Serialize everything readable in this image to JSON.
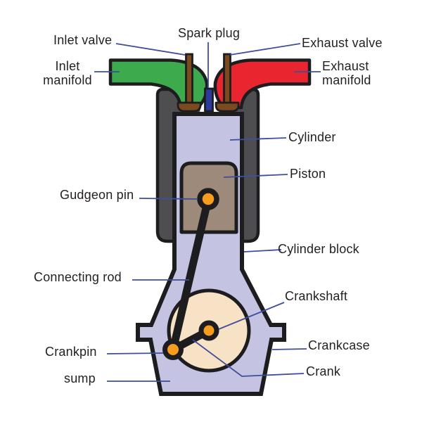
{
  "labels": {
    "inlet_valve": "Inlet valve",
    "spark_plug": "Spark plug",
    "exhaust_valve": "Exhaust valve",
    "inlet_manifold_line1": "Inlet",
    "inlet_manifold_line2": "manifold",
    "exhaust_manifold_line1": "Exhaust",
    "exhaust_manifold_line2": "manifold",
    "cylinder": "Cylinder",
    "piston": "Piston",
    "gudgeon_pin": "Gudgeon pin",
    "cylinder_block": "Cylinder block",
    "connecting_rod": "Connecting rod",
    "crankshaft": "Crankshaft",
    "crankpin": "Crankpin",
    "crankcase": "Crankcase",
    "crank": "Crank",
    "sump": "sump"
  },
  "colors": {
    "inlet_manifold": "#3dab4d",
    "exhaust_manifold": "#e92630",
    "cylinder_block": "#4e4e50",
    "cylinder_interior": "#c4c3e1",
    "piston": "#9e8a7a",
    "valve": "#7c4a21",
    "spark_plug": "#2c3a9e",
    "crank_disc": "#f7e2c6",
    "pin": "#f89c1e",
    "outline": "#1d1d1f",
    "leader": "#3e4e9c",
    "text": "#231f20",
    "background": "#ffffff"
  }
}
